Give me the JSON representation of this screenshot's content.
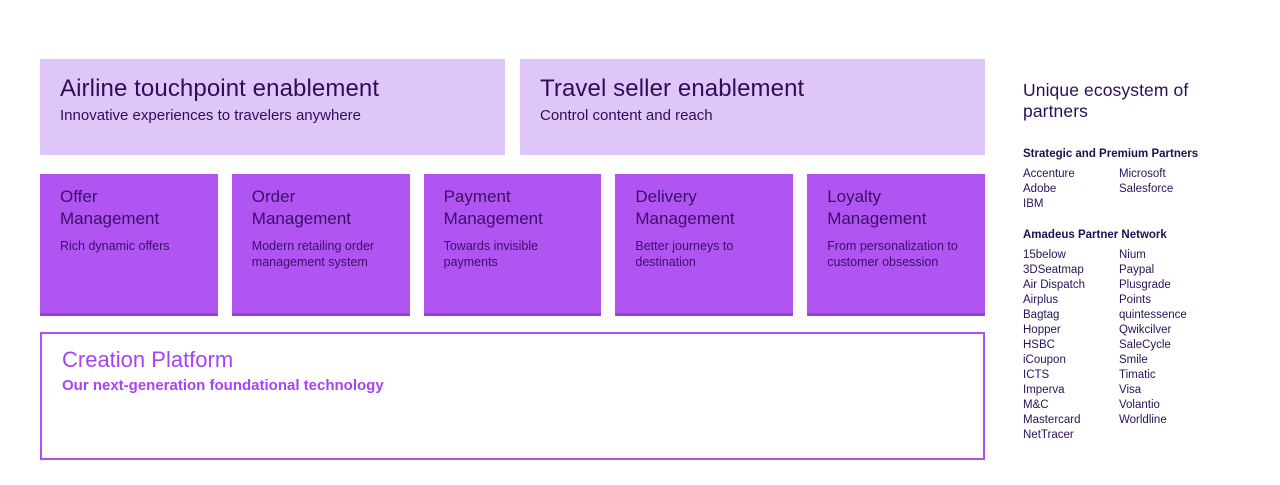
{
  "banners": [
    {
      "title": "Airline touchpoint enablement",
      "subtitle": "Innovative experiences to travelers anywhere"
    },
    {
      "title": "Travel seller enablement",
      "subtitle": "Control content and reach"
    }
  ],
  "modules": [
    {
      "title": "Offer Management",
      "subtitle": "Rich dynamic offers"
    },
    {
      "title": "Order Management",
      "subtitle": "Modern retailing order management system"
    },
    {
      "title": "Payment Management",
      "subtitle": "Towards invisible payments"
    },
    {
      "title": "Delivery Management",
      "subtitle": "Better journeys to destination"
    },
    {
      "title": "Loyalty Management",
      "subtitle": "From personalization to customer obsession"
    }
  ],
  "platform": {
    "title": "Creation Platform",
    "subtitle": "Our next-generation foundational technology"
  },
  "partners": {
    "heading": "Unique ecosystem of partners",
    "sections": [
      {
        "title": "Strategic and Premium Partners",
        "col1": [
          "Accenture",
          "Adobe",
          "IBM"
        ],
        "col2": [
          "Microsoft",
          "Salesforce"
        ]
      },
      {
        "title": "Amadeus Partner Network",
        "col1": [
          "15below",
          "3DSeatmap",
          "Air Dispatch",
          "Airplus",
          "Bagtag",
          "Hopper",
          "HSBC",
          "iCoupon",
          "ICTS",
          "Imperva",
          "M&C",
          "Mastercard",
          "NetTracer"
        ],
        "col2": [
          "Nium",
          "Paypal",
          "Plusgrade",
          "Points",
          "quintessence",
          "Qwikcilver",
          "SaleCycle",
          "Smile",
          "Timatic",
          "Visa",
          "Volantio",
          "Worldline"
        ]
      }
    ]
  },
  "colors": {
    "banner_background": "#dec7f8",
    "module_background": "#b155f2",
    "platform_accent": "#a843f2",
    "dark_text": "#2e0c58",
    "sidebar_text": "#2b1158"
  }
}
